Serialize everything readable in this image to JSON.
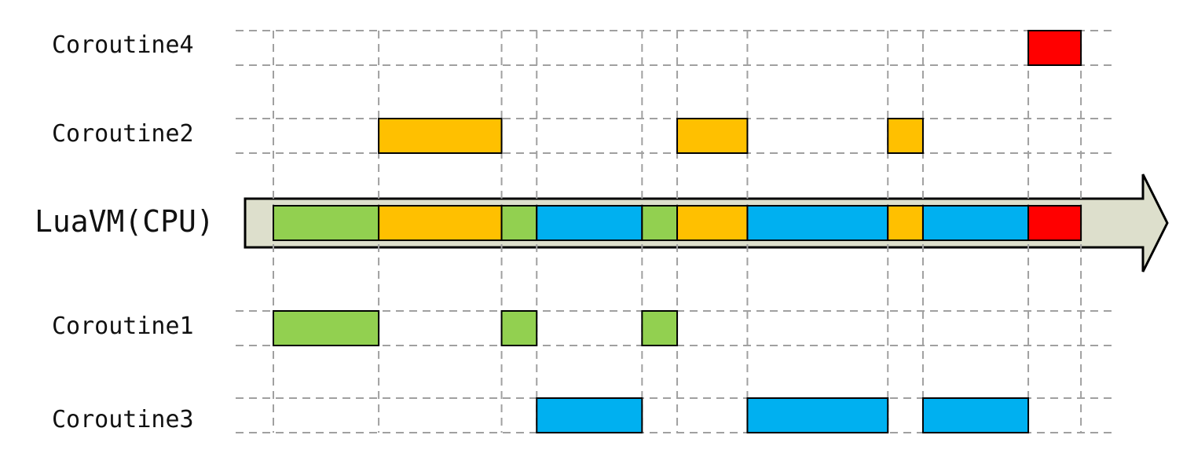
{
  "lanes": {
    "coroutine4": "Coroutine4",
    "coroutine2": "Coroutine2",
    "cpu": "LuaVM(CPU)",
    "coroutine1": "Coroutine1",
    "coroutine3": "Coroutine3"
  },
  "colors": {
    "coroutine1": "#92d050",
    "coroutine2": "#ffc000",
    "coroutine3": "#00b0f0",
    "coroutine4": "#ff0000",
    "arrow_fill": "#dddfcc",
    "grid": "#a0a0a0"
  },
  "schedule": [
    {
      "lane": "coroutine1",
      "start": 0,
      "end": 3
    },
    {
      "lane": "coroutine2",
      "start": 3,
      "end": 6.5
    },
    {
      "lane": "coroutine1",
      "start": 6.5,
      "end": 7.5
    },
    {
      "lane": "coroutine3",
      "start": 7.5,
      "end": 10.5
    },
    {
      "lane": "coroutine1",
      "start": 10.5,
      "end": 11.5
    },
    {
      "lane": "coroutine2",
      "start": 11.5,
      "end": 13.5
    },
    {
      "lane": "coroutine3",
      "start": 13.5,
      "end": 17.5
    },
    {
      "lane": "coroutine2",
      "start": 17.5,
      "end": 18.5
    },
    {
      "lane": "coroutine3",
      "start": 18.5,
      "end": 21.5
    },
    {
      "lane": "coroutine4",
      "start": 21.5,
      "end": 23
    }
  ]
}
